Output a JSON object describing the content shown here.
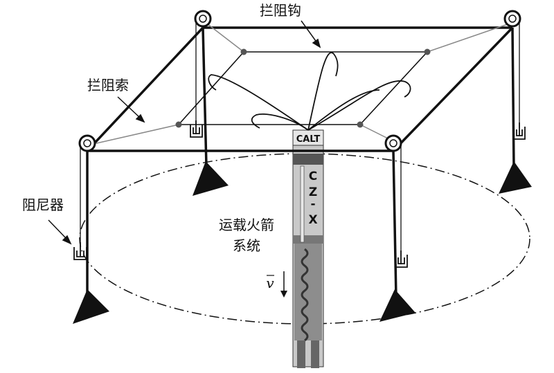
{
  "labels": {
    "hook": "拦阻钩",
    "cable": "拦阻索",
    "damper": "阻尼器",
    "system_line1": "运载火箭",
    "system_line2": "系统",
    "velocity": "v"
  },
  "rocket": {
    "top_text": "CALT",
    "side_text": [
      "C",
      "Z",
      "-",
      "X"
    ]
  },
  "colors": {
    "frame": "#111111",
    "thin_cable": "#777777",
    "rocket_body": "#c9c9c9",
    "rocket_dark": "#555555"
  }
}
